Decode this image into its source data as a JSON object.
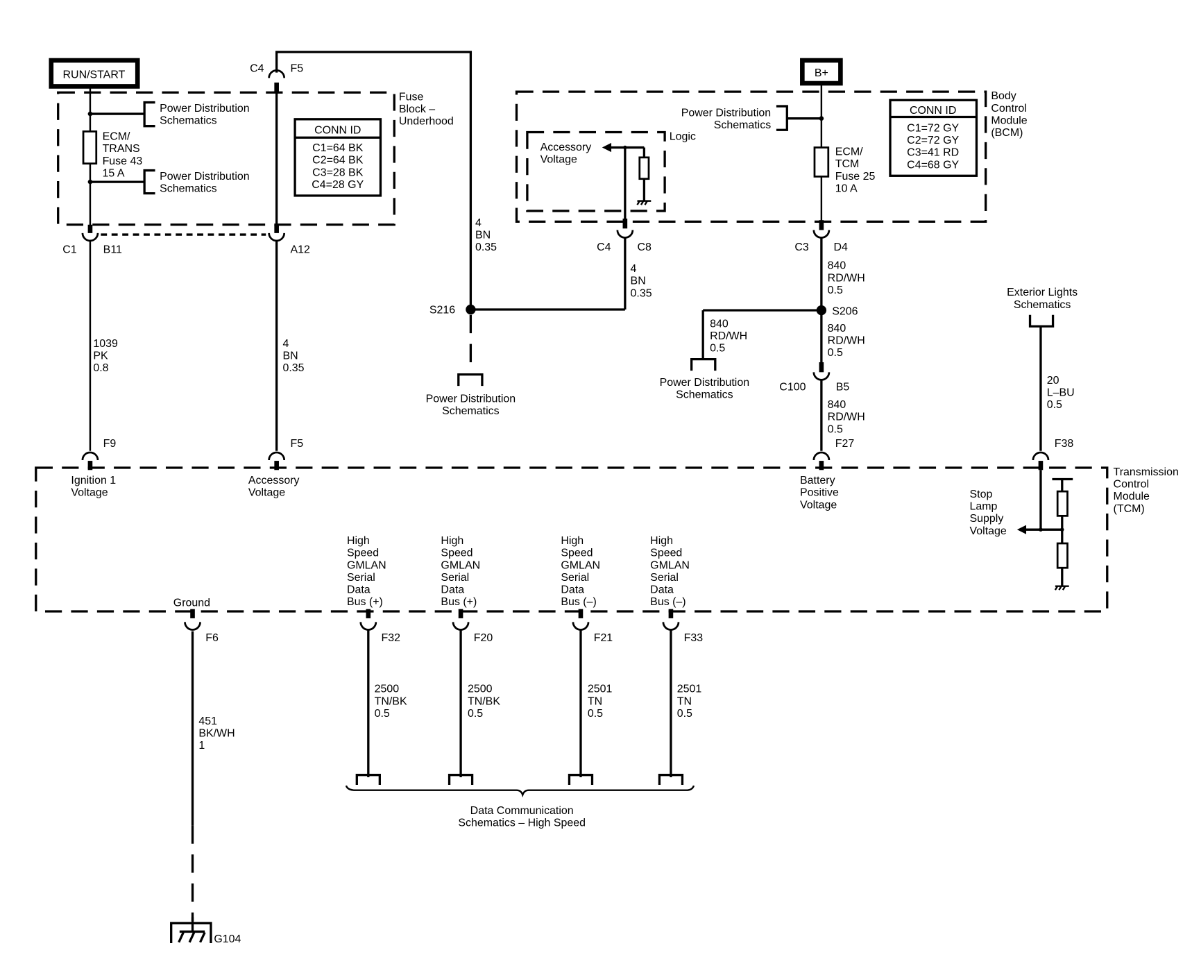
{
  "power_sources": {
    "run_start": "RUN/START",
    "b_plus": "B+"
  },
  "modules": {
    "fuse_block": [
      "Fuse",
      "Block –",
      "Underhood"
    ],
    "bcm": [
      "Body",
      "Control",
      "Module",
      "(BCM)"
    ],
    "tcm": [
      "Transmission",
      "Control",
      "Module",
      "(TCM)"
    ],
    "logic": "Logic"
  },
  "conn_id_fuse_block": {
    "title": "CONN ID",
    "rows": [
      "C1=64 BK",
      "C2=64 BK",
      "C3=28 BK",
      "C4=28 GY"
    ]
  },
  "conn_id_bcm": {
    "title": "CONN ID",
    "rows": [
      "C1=72 GY",
      "C2=72 GY",
      "C3=41 RD",
      "C4=68 GY"
    ]
  },
  "fuses": {
    "fuse43": [
      "ECM/",
      "TRANS",
      "Fuse 43",
      "15 A"
    ],
    "fuse25": [
      "ECM/",
      "TCM",
      "Fuse 25",
      "10 A"
    ]
  },
  "references": {
    "power_distribution": [
      "Power Distribution",
      "Schematics"
    ],
    "exterior_lights": [
      "Exterior Lights",
      "Schematics"
    ],
    "data_comm": [
      "Data Communication",
      "Schematics – High Speed"
    ]
  },
  "internal_labels": {
    "bcm_accessory_voltage": [
      "Accessory",
      "Voltage"
    ],
    "ignition1": [
      "Ignition 1",
      "Voltage"
    ],
    "accessory": [
      "Accessory",
      "Voltage"
    ],
    "battery_positive": [
      "Battery",
      "Positive",
      "Voltage"
    ],
    "stop_lamp": [
      "Stop",
      "Lamp",
      "Supply",
      "Voltage"
    ],
    "ground": "Ground",
    "gmlan_pos": [
      "High",
      "Speed",
      "GMLAN",
      "Serial",
      "Data",
      "Bus (+)"
    ],
    "gmlan_neg": [
      "High",
      "Speed",
      "GMLAN",
      "Serial",
      "Data",
      "Bus (–)"
    ]
  },
  "connectors": {
    "c4_f5_top": [
      "C4",
      "F5"
    ],
    "c1_b11": [
      "C1",
      "B11"
    ],
    "a12": "A12",
    "c4_c8": [
      "C4",
      "C8"
    ],
    "c3_d4": [
      "C3",
      "D4"
    ],
    "c100_b5": [
      "C100",
      "B5"
    ],
    "f9": "F9",
    "f5": "F5",
    "f27": "F27",
    "f38": "F38",
    "f6": "F6",
    "f32": "F32",
    "f20": "F20",
    "f21": "F21",
    "f33": "F33"
  },
  "splices": {
    "s216": "S216",
    "s206": "S206"
  },
  "ground_point": "G104",
  "wires": {
    "w1039": [
      "1039",
      "PK",
      "0.8"
    ],
    "w4_fuse": [
      "4",
      "BN",
      "0.35"
    ],
    "w4_top": [
      "4",
      "BN",
      "0.35"
    ],
    "w4_bcm": [
      "4",
      "BN",
      "0.35"
    ],
    "w840_a": [
      "840",
      "RD/WH",
      "0.5"
    ],
    "w840_b": [
      "840",
      "RD/WH",
      "0.5"
    ],
    "w840_c": [
      "840",
      "RD/WH",
      "0.5"
    ],
    "w840_pd": [
      "840",
      "RD/WH",
      "0.5"
    ],
    "w20": [
      "20",
      "L–BU",
      "0.5"
    ],
    "w451": [
      "451",
      "BK/WH",
      "1"
    ],
    "w2500_a": [
      "2500",
      "TN/BK",
      "0.5"
    ],
    "w2500_b": [
      "2500",
      "TN/BK",
      "0.5"
    ],
    "w2501_a": [
      "2501",
      "TN",
      "0.5"
    ],
    "w2501_b": [
      "2501",
      "TN",
      "0.5"
    ]
  }
}
